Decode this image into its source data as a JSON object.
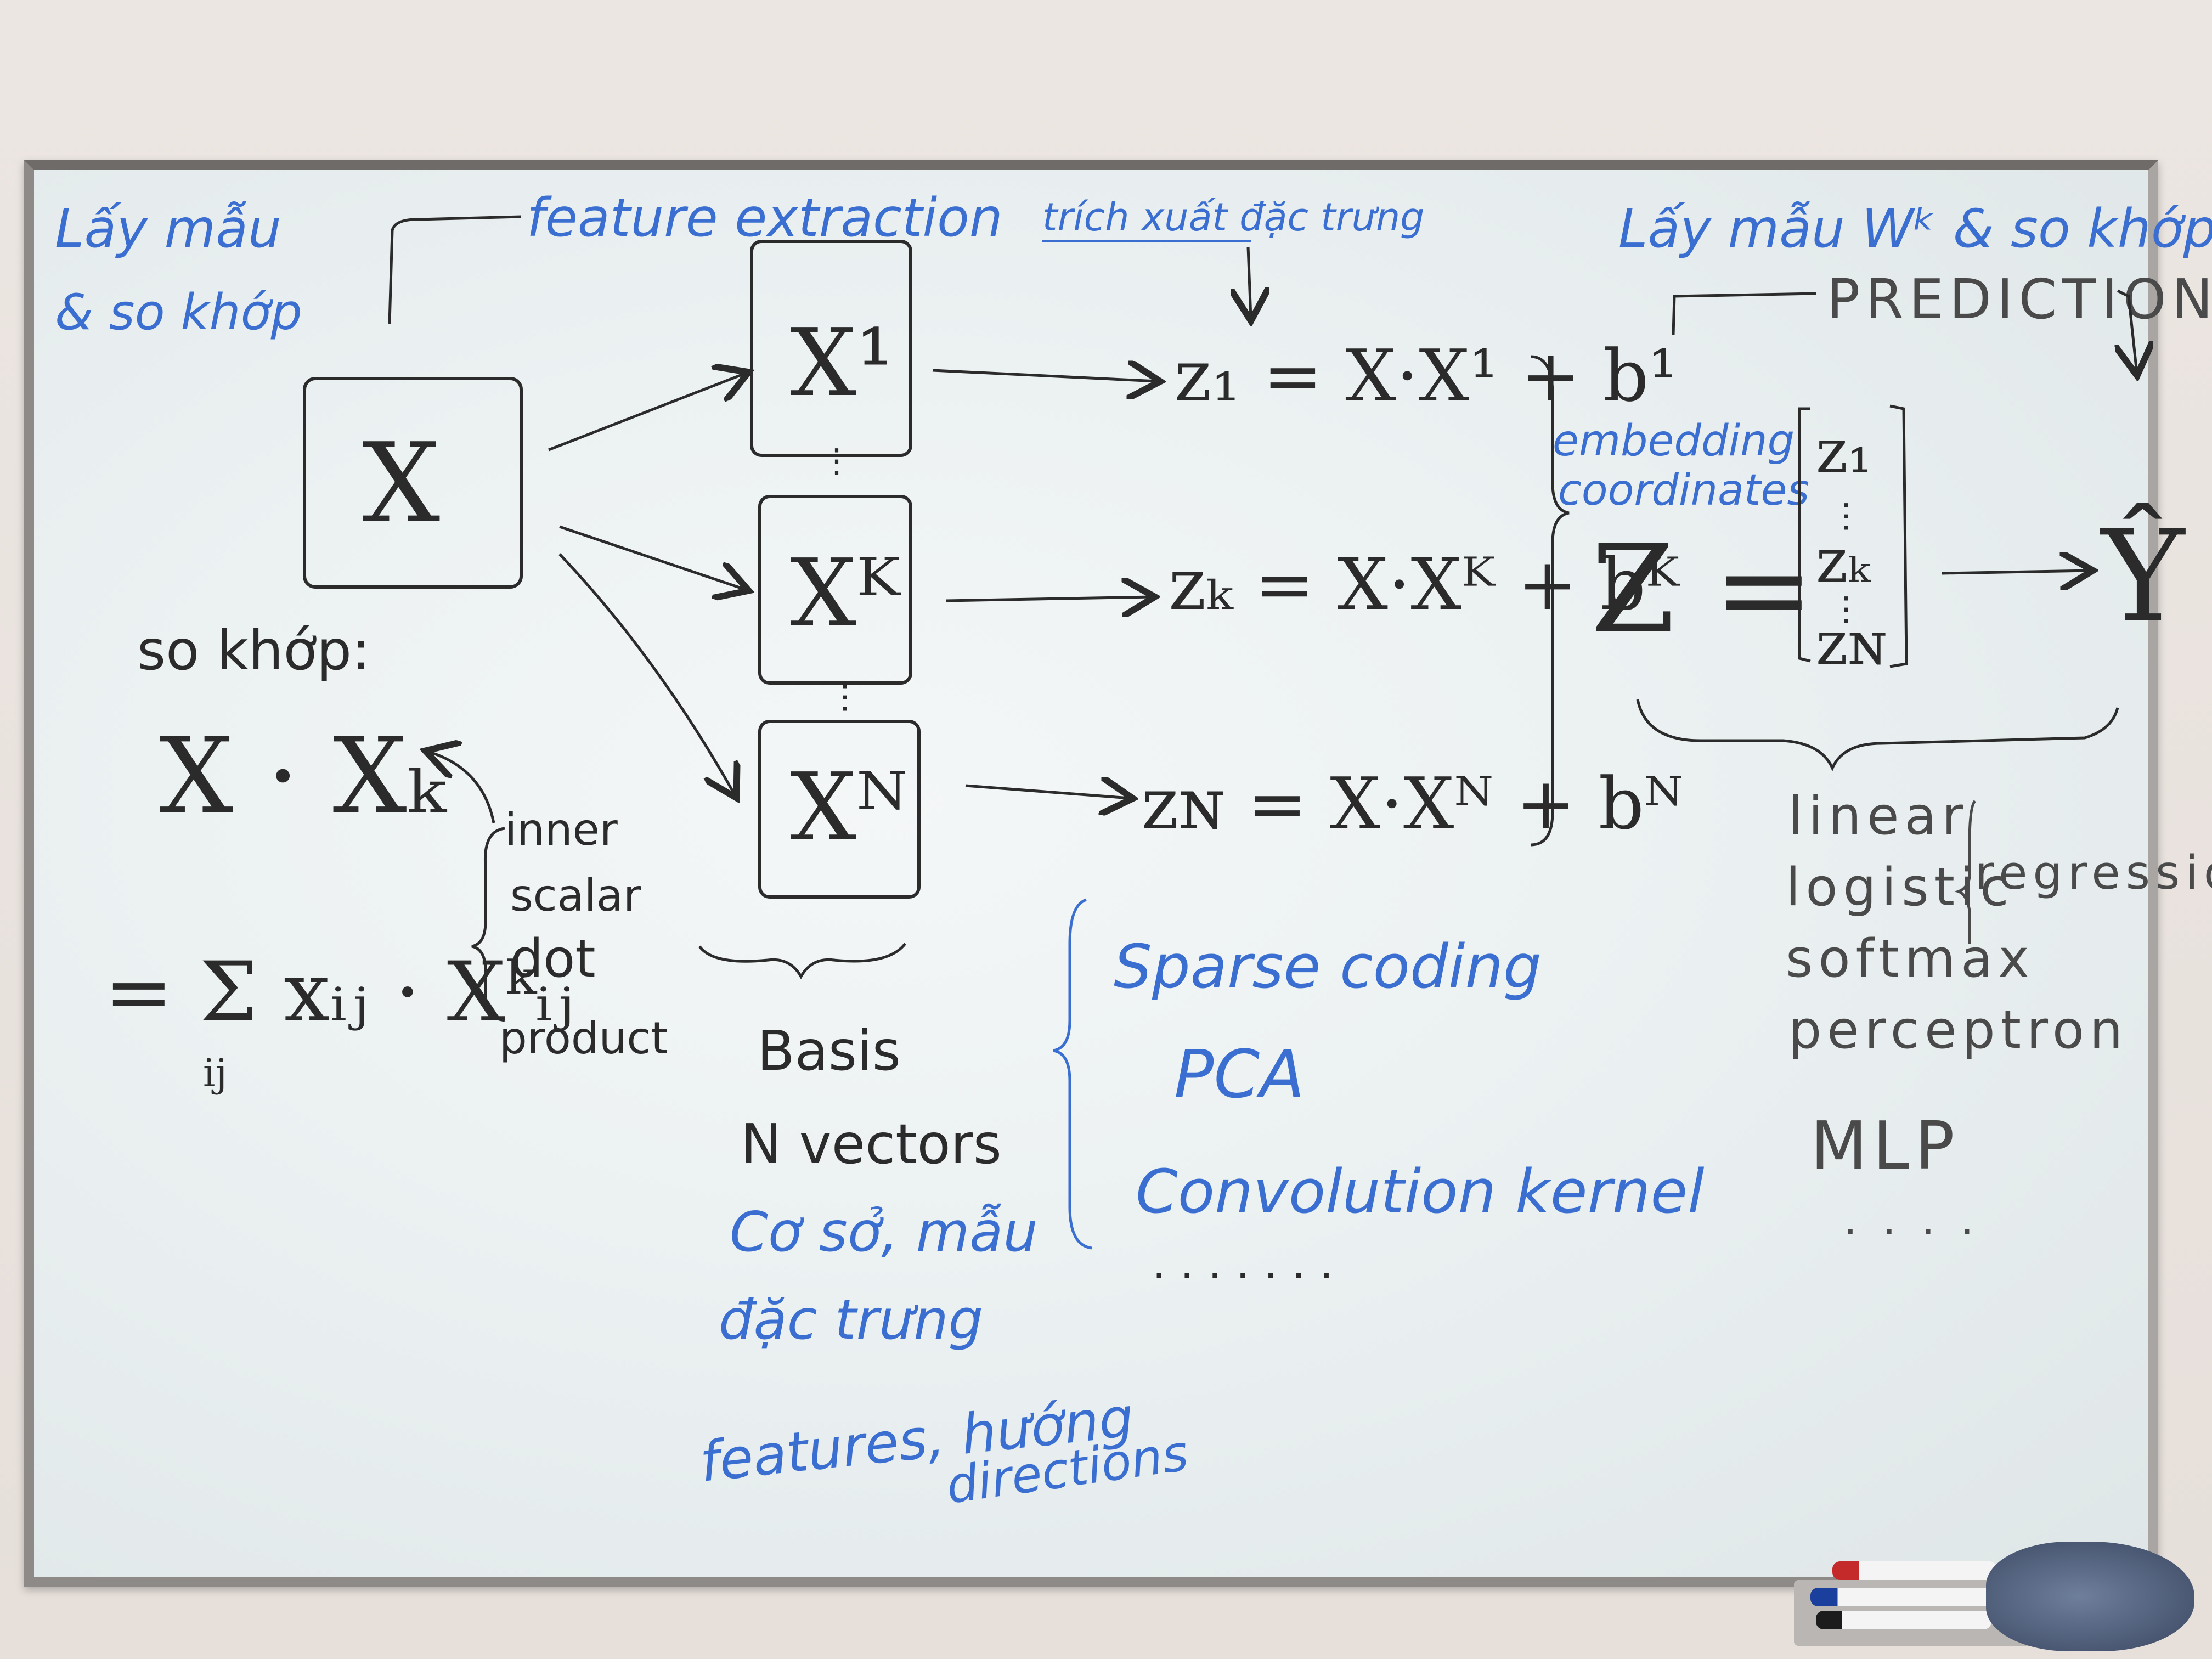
{
  "board": {
    "top_left": {
      "line1": "Lấy mẫu",
      "line2": "& so khớp"
    },
    "top_middle": {
      "feature_extraction": "feature extraction",
      "vietnamese": "trích xuất đặc trưng"
    },
    "top_right": {
      "label": "Lấy mẫu Wᵏ & so khớp Z",
      "prediction": "PREDICTION"
    },
    "input_box": "X",
    "basis_boxes": [
      "X¹",
      "Xᴷ",
      "Xᴺ"
    ],
    "equations": [
      "z₁ = X·X¹ + b¹",
      "zₖ = X·Xᴷ + bᴷ",
      "zɴ = X·Xᴺ + bᴺ"
    ],
    "embedding_label": {
      "line1": "embedding",
      "line2": "coordinates"
    },
    "z_vector": {
      "lhs": "Z =",
      "entries": [
        "z₁",
        "zₖ",
        "zɴ"
      ]
    },
    "output": "Ŷ",
    "left_panel": {
      "title": "so khớp:",
      "dot_expr": "X · Xₖ",
      "sum_expr": "= Σ xᵢⱼ · Xᵏᵢⱼ",
      "sum_subscript": "ij",
      "product_names": [
        "inner",
        "scalar",
        "dot",
        "product"
      ]
    },
    "basis_caption": [
      "Basis",
      "N vectors"
    ],
    "basis_vietnamese": [
      "Cơ sở, mẫu",
      "đặc trưng"
    ],
    "features_line": "features, hướng",
    "directions": "directions",
    "methods": [
      "Sparse coding",
      "PCA",
      "Convolution kernel",
      ". . . . . . ."
    ],
    "models": [
      "linear",
      "logistic",
      "softmax",
      "perceptron",
      "MLP",
      ". . . ."
    ],
    "regression": "regression"
  },
  "colors": {
    "blue_ink": "#3a6fd1",
    "black_ink": "#2b2b2b",
    "board": "#e9eff0",
    "frame": "#8d8a88"
  }
}
